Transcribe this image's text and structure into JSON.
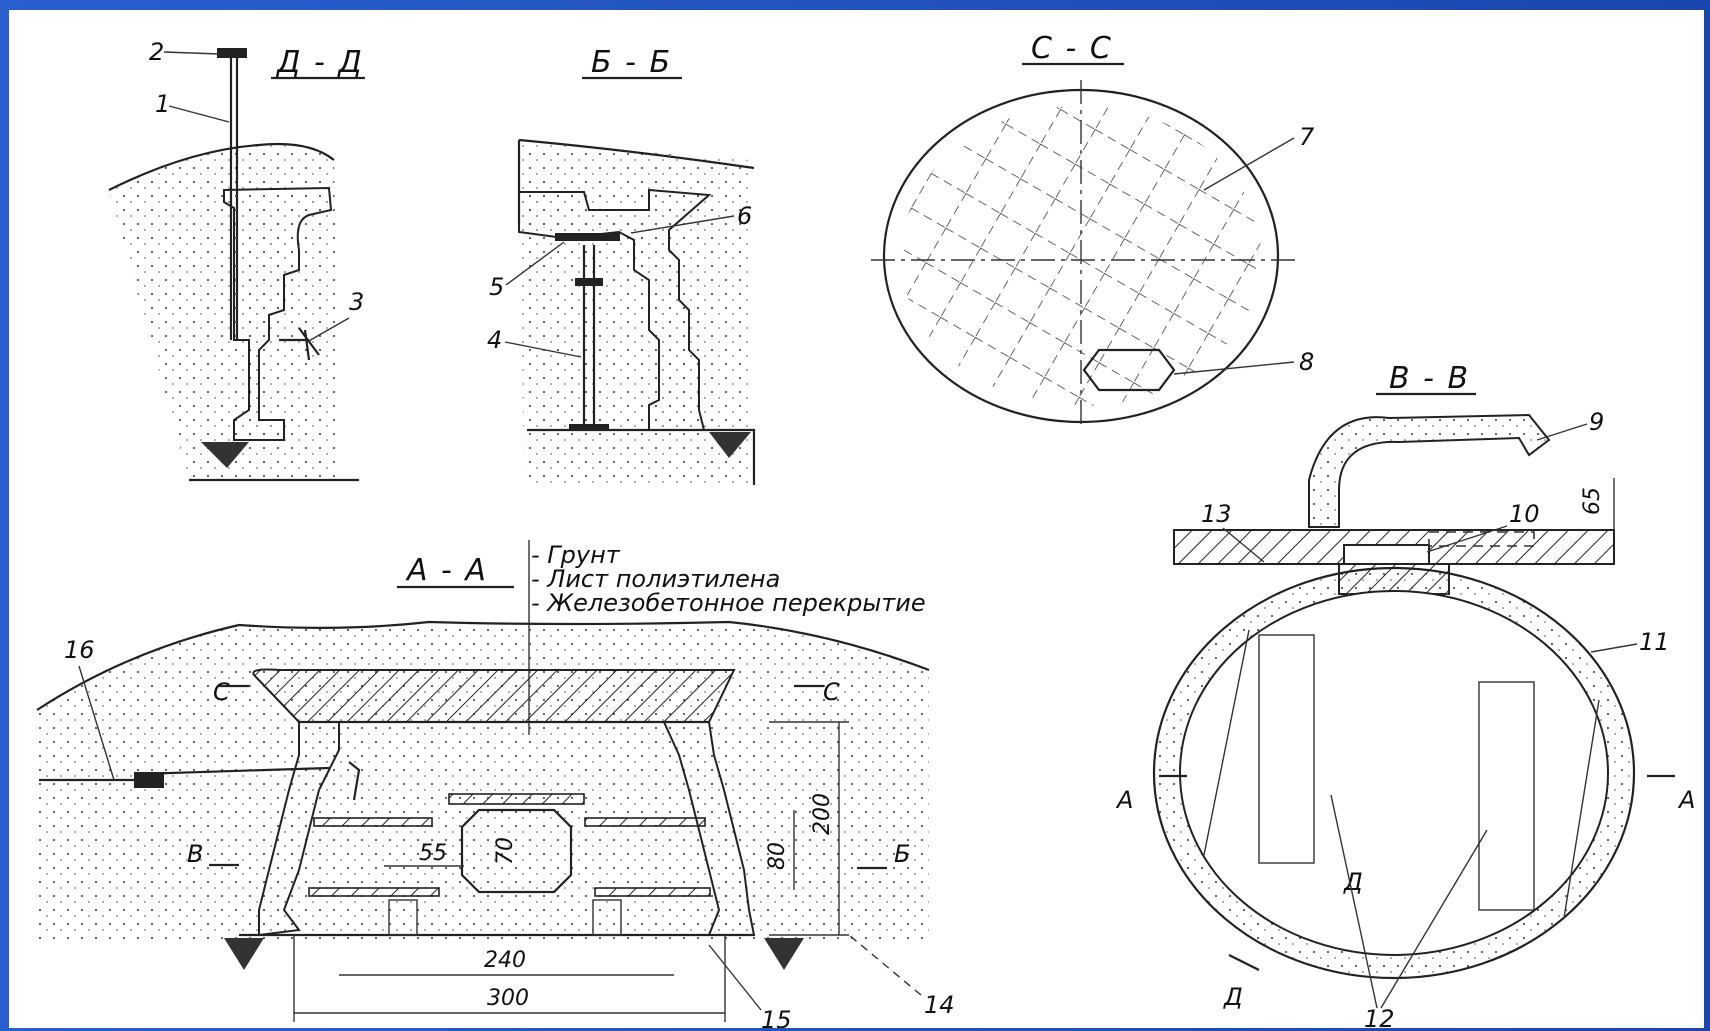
{
  "sections": {
    "dd": "Д - Д",
    "bb": "Б - Б",
    "cc": "С - С",
    "vv": "В - В",
    "aa": "А - А"
  },
  "legend": [
    "- Грунт",
    "- Лист полиэтилена",
    "- Железобетонное перекрытие"
  ],
  "callouts": {
    "c1": "1",
    "c2": "2",
    "c3": "3",
    "c4": "4",
    "c5": "5",
    "c6": "6",
    "c7": "7",
    "c8": "8",
    "c9": "9",
    "c10": "10",
    "c11": "11",
    "c12": "12",
    "c13": "13",
    "c14": "14",
    "c15": "15",
    "c16": "16"
  },
  "dimensions": {
    "d65": "65",
    "d200": "200",
    "d80": "80",
    "d70": "70",
    "d55": "55",
    "d240": "240",
    "d300": "300"
  },
  "cut_marks": {
    "c_left": "C",
    "c_right": "C",
    "v": "B",
    "b": "Б",
    "a_left": "A",
    "a_right": "A",
    "d_upper": "Д",
    "d_lower": "Д"
  }
}
